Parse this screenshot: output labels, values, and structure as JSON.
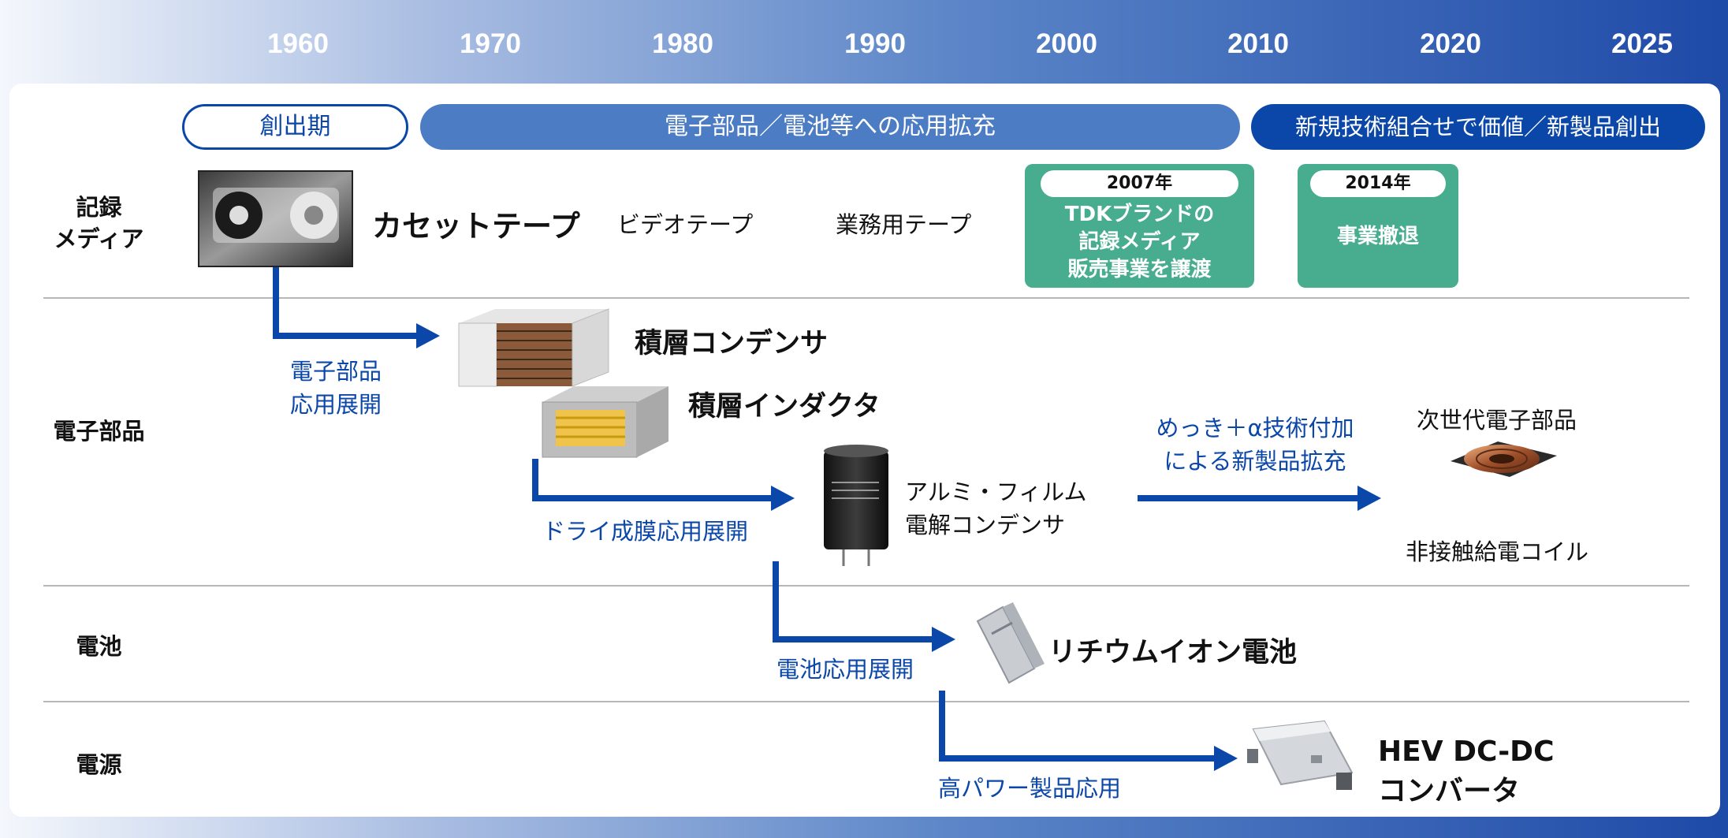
{
  "years": [
    "1960",
    "1970",
    "1980",
    "1990",
    "2000",
    "2010",
    "2020",
    "2025"
  ],
  "phases": {
    "p1": "創出期",
    "p2": "電子部品／電池等への応用拡充",
    "p3": "新規技術組合せで価値／新製品創出"
  },
  "rows": {
    "media_line1": "記録",
    "media_line2": "メディア",
    "components": "電子部品",
    "battery": "電池",
    "power": "電源"
  },
  "media": {
    "cassette": "カセットテープ",
    "video": "ビデオテープ",
    "business": "業務用テープ",
    "event1_year": "2007年",
    "event1_line1": "TDKブランドの",
    "event1_line2": "記録メディア",
    "event1_line3": "販売事業を譲渡",
    "event2_year": "2014年",
    "event2_text": "事業撤退"
  },
  "components": {
    "branch_line1": "電子部品",
    "branch_line2": "応用展開",
    "mlcc": "積層コンデンサ",
    "inductor": "積層インダクタ",
    "dry_film": "ドライ成膜応用展開",
    "alu_line1": "アルミ・フィルム",
    "alu_line2": "電解コンデンサ",
    "plating_line1": "めっき＋α技術付加",
    "plating_line2": "による新製品拡充",
    "nextgen": "次世代電子部品",
    "coil": "非接触給電コイル"
  },
  "battery": {
    "branch": "電池応用展開",
    "li_ion": "リチウムイオン電池"
  },
  "power": {
    "branch": "高パワー製品応用",
    "hev_line1": "HEV DC-DC",
    "hev_line2": "コンバータ"
  },
  "colors": {
    "accent_blue": "#0b47a8",
    "phase_mid": "#4c7dc4",
    "green": "#48ad8e"
  }
}
